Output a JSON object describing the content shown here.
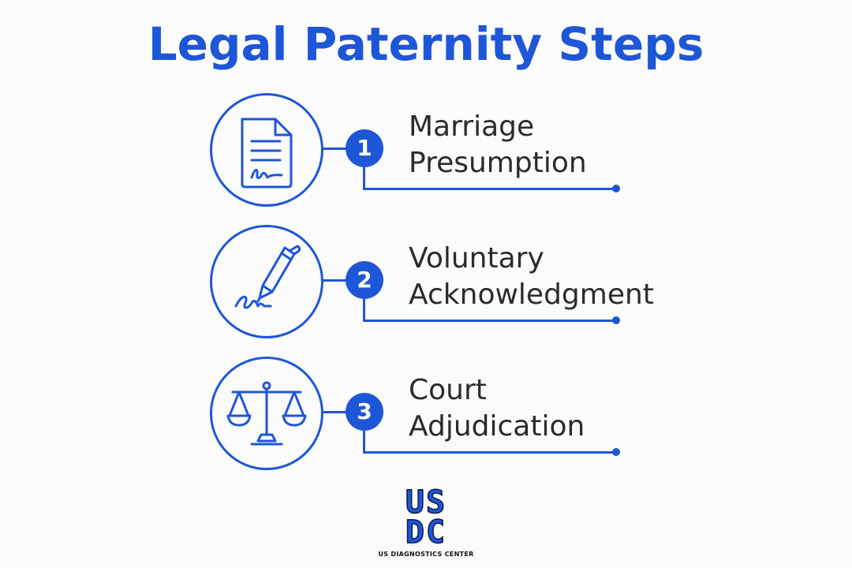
{
  "title": "Legal Paternity Steps",
  "accent_color": "#1e56d8",
  "text_color": "#2b2b2b",
  "steps": [
    {
      "number": "1",
      "line1": "Marriage",
      "line2": "Presumption",
      "icon": "document-signature-icon"
    },
    {
      "number": "2",
      "line1": "Voluntary",
      "line2": "Acknowledgment",
      "icon": "pen-signature-icon"
    },
    {
      "number": "3",
      "line1": "Court",
      "line2": "Adjudication",
      "icon": "scales-of-justice-icon"
    }
  ],
  "logo": {
    "line1": "US",
    "line2": "DC",
    "subtitle": "US DIAGNOSTICS CENTER"
  }
}
